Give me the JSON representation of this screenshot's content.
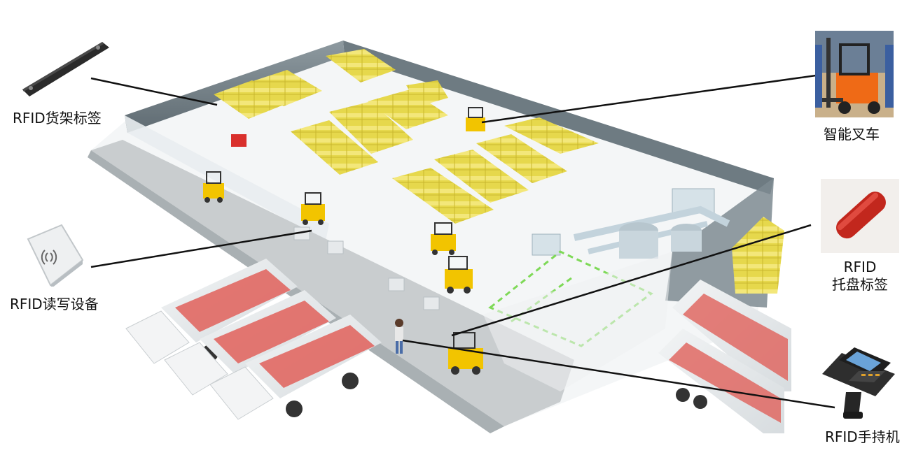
{
  "labels": {
    "shelf_tag": "RFID货架标签",
    "reader": "RFID读写设备",
    "forklift": "智能叉车",
    "pallet_tag_line1": "RFID",
    "pallet_tag_line2": "托盘标签",
    "handheld": "RFID手持机"
  },
  "colors": {
    "floor": "#f4f6f7",
    "wall": "#7e8b92",
    "wall_dark": "#5f6b72",
    "corridor": "#c9cdcf",
    "goods": "#e6d84c",
    "goods_dark": "#c9b72e",
    "forklift": "#f2c400",
    "truck_cargo": "#e0605a",
    "truck_glass": "#e8ecee",
    "pipe": "#c3d3dc",
    "conveyor_line": "#7ed957",
    "callout_line": "#111111"
  },
  "icons": {
    "shelf_tag": "rfid-shelf-tag-icon",
    "reader": "rfid-reader-icon",
    "forklift": "smart-forklift-photo",
    "pallet_tag": "rfid-pallet-tag-icon",
    "handheld": "rfid-handheld-icon"
  }
}
